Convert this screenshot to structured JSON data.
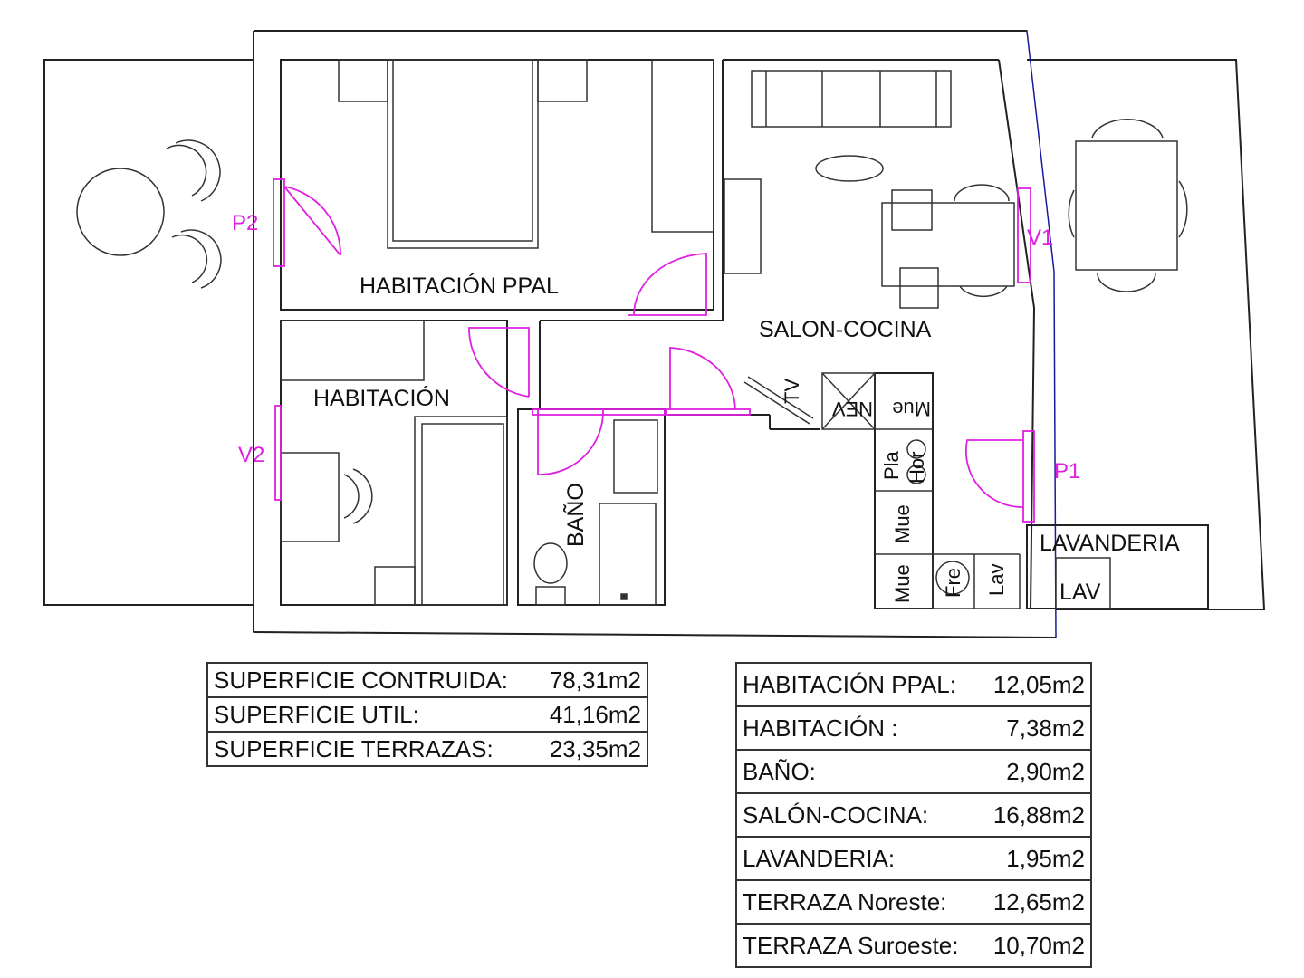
{
  "plan": {
    "rooms": {
      "habitacion_ppal": "HABITACIÓN PPAL",
      "habitacion": "HABITACIÓN",
      "salon_cocina": "SALON-COCINA",
      "bano": "BAÑO",
      "lavanderia": "LAVANDERIA",
      "lav_unit": "LAV"
    },
    "openings": {
      "p1": "P1",
      "p2": "P2",
      "v1": "V1",
      "v2": "V2"
    },
    "fixtures": {
      "tv": "TV",
      "nev": "NEV",
      "mue_top": "Mue",
      "pla": "Pla",
      "hor": "Hor",
      "mue_mid": "Mue",
      "mue_bottom": "Mue",
      "fre": "Fre",
      "lav": "Lav"
    },
    "colors": {
      "walls": "#222222",
      "doors": "#e020e0",
      "boundary": "#1a1aa0"
    }
  },
  "summary": [
    {
      "label": "SUPERFICIE CONTRUIDA:",
      "value": "78,31m2"
    },
    {
      "label": "SUPERFICIE UTIL:",
      "value": "41,16m2"
    },
    {
      "label": "SUPERFICIE TERRAZAS:",
      "value": "23,35m2"
    }
  ],
  "rooms_table": [
    {
      "label": "HABITACIÓN PPAL:",
      "value": "12,05m2"
    },
    {
      "label": "HABITACIÓN :",
      "value": "7,38m2"
    },
    {
      "label": "BAÑO:",
      "value": "2,90m2"
    },
    {
      "label": "SALÓN-COCINA:",
      "value": "16,88m2"
    },
    {
      "label": "LAVANDERIA:",
      "value": "1,95m2"
    },
    {
      "label": "TERRAZA Noreste:",
      "value": "12,65m2"
    },
    {
      "label": "TERRAZA Suroeste:",
      "value": "10,70m2"
    }
  ]
}
